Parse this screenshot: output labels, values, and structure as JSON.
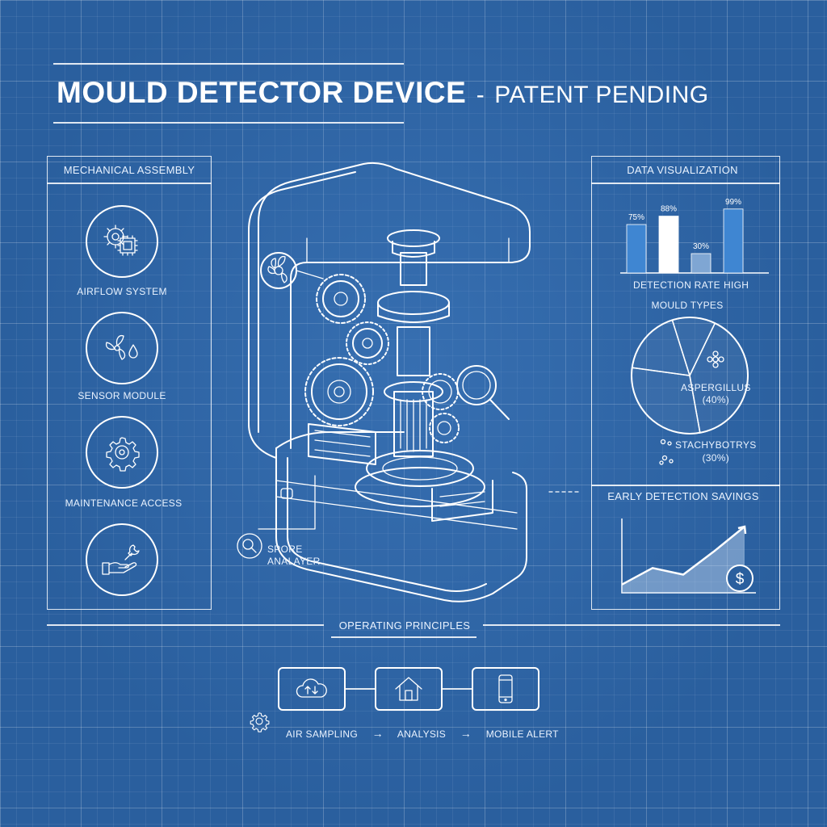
{
  "title": {
    "main": "MOULD DETECTOR DEVICE",
    "dash": "-",
    "sub": "PATENT PENDING"
  },
  "left_panel": {
    "title": "MECHANICAL ASSEMBLY",
    "items": [
      {
        "label": "AIRFLOW SYSTEM",
        "icon": "gear-chip-icon"
      },
      {
        "label": "SENSOR MODULE",
        "icon": "fan-droplet-icon"
      },
      {
        "label": "MAINTENANCE ACCESS",
        "icon": "gear-icon"
      },
      {
        "label": "",
        "icon": "hand-wrench-icon"
      }
    ]
  },
  "device": {
    "callout_label_1": "SPORE",
    "callout_label_2": "ANALAYER"
  },
  "right_panel": {
    "title": "DATA VISUALIZATION",
    "bar_caption_left": "DETECTION RATE",
    "bar_caption_right": "HIGH",
    "pie_title": "MOULD TYPES",
    "pie_label_a_1": "ASPERGILLUS",
    "pie_label_a_2": "(40%)",
    "pie_label_b_1": "STACHYBOTRYS",
    "pie_label_b_2": "(30%)",
    "savings_title": "EARLY DETECTION SAVINGS"
  },
  "chart_data": [
    {
      "type": "bar",
      "categories": [
        "",
        "",
        "",
        ""
      ],
      "values": [
        75,
        88,
        30,
        99
      ],
      "value_labels": [
        "75%",
        "88%",
        "30%",
        "99%"
      ],
      "ylim": [
        0,
        100
      ],
      "colors": [
        "#3f86d2",
        "#ffffff",
        "#7fa6d3",
        "#3f86d2"
      ]
    },
    {
      "type": "pie",
      "labels": [
        "Aspergillus",
        "Stachybotrys",
        "",
        ""
      ],
      "values": [
        40,
        30,
        18,
        12
      ]
    },
    {
      "type": "area",
      "x": [
        1,
        2,
        3,
        4,
        5
      ],
      "y": [
        1,
        3,
        2.2,
        5,
        8
      ]
    }
  ],
  "operating": {
    "title": "OPERATING PRINCIPLES",
    "steps": [
      {
        "label": "AIR SAMPLING",
        "icon": "cloud-sync-icon"
      },
      {
        "label": "ANALYSIS",
        "icon": "house-icon"
      },
      {
        "label": "MOBILE ALERT",
        "icon": "smartphone-icon"
      }
    ],
    "arrow": "→"
  },
  "colors": {
    "background": "#2a5f9e",
    "line": "#ffffff",
    "bar_blue": "#3f86d2"
  }
}
